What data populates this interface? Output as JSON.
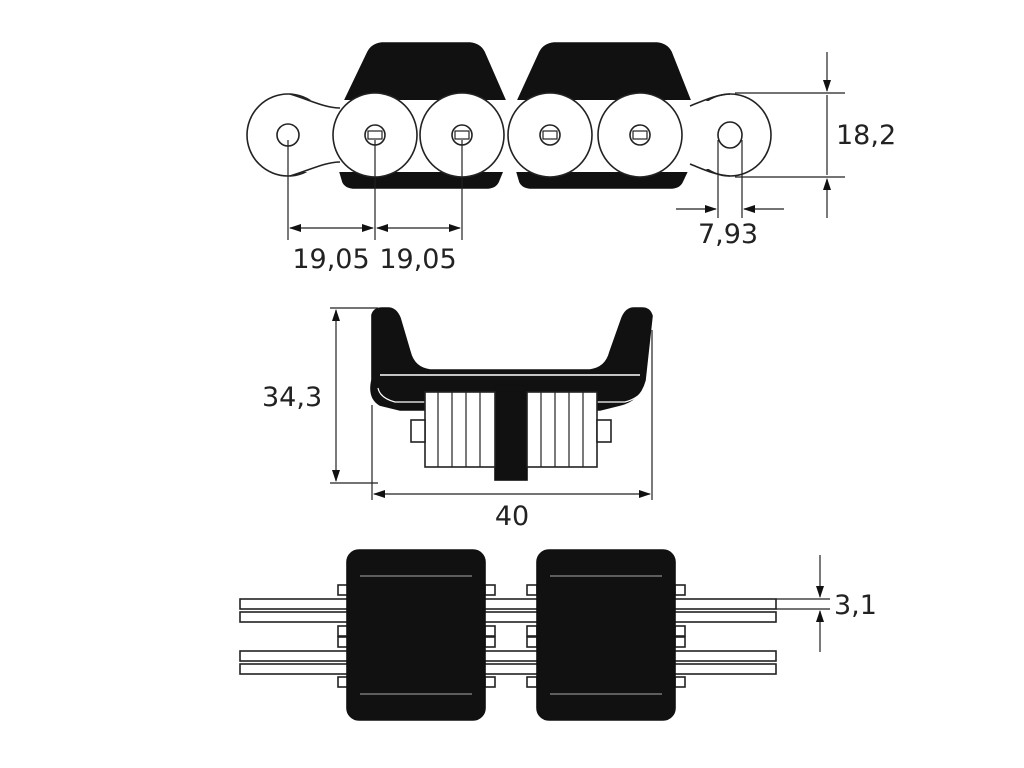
{
  "dimensions": {
    "pitch_left": "19,05",
    "pitch_right": "19,05",
    "height_link": "18,2",
    "roller_diameter": "7,93",
    "height_total": "34,3",
    "width_total": "40",
    "plate_thickness": "3,1"
  },
  "colors": {
    "ink": "#111111",
    "background": "#ffffff"
  }
}
